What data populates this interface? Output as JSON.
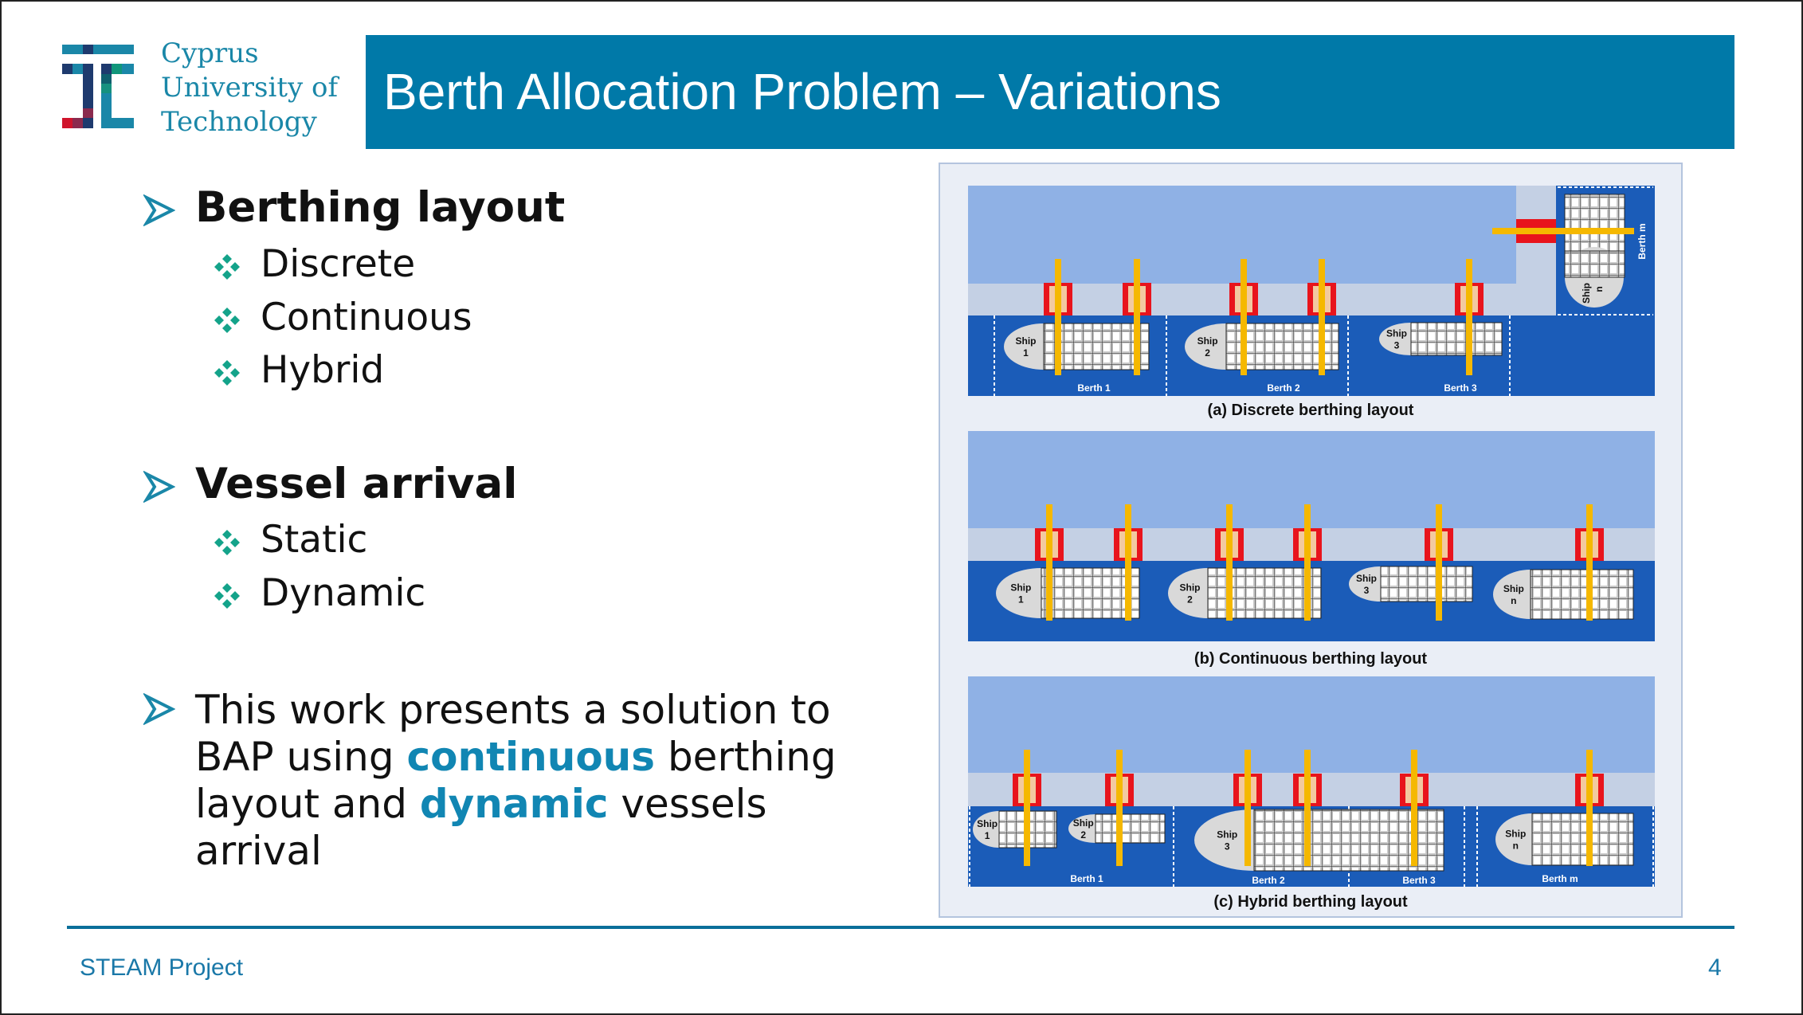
{
  "header": {
    "university": [
      "Cyprus",
      "University of",
      "Technology"
    ],
    "title": "Berth Allocation Problem – Variations"
  },
  "bullets": {
    "berthing": {
      "label": "Berthing layout",
      "items": [
        "Discrete",
        "Continuous",
        "Hybrid"
      ]
    },
    "arrival": {
      "label": "Vessel arrival",
      "items": [
        "Static",
        "Dynamic"
      ]
    },
    "work": {
      "t1": "This work presents a solution to BAP using ",
      "h1": "continuous",
      "t2": " berthing layout and ",
      "h2": "dynamic",
      "t3": " vessels arrival"
    }
  },
  "figure": {
    "captions": [
      "(a) Discrete berthing layout",
      "(b) Continuous berthing layout",
      "(c) Hybrid berthing layout"
    ],
    "ship_word": "Ship",
    "a": {
      "ships": [
        "1",
        "2",
        "3",
        "n"
      ],
      "berths": [
        "Berth 1",
        "Berth 2",
        "Berth 3",
        "Berth m"
      ]
    },
    "b": {
      "ships": [
        "1",
        "2",
        "3",
        "n"
      ]
    },
    "c": {
      "ships": [
        "1",
        "2",
        "3",
        "n"
      ],
      "berths": [
        "Berth 1",
        "Berth 2",
        "Berth 3",
        "Berth m"
      ]
    },
    "colors": {
      "water": "#8fb1e5",
      "quay": "#c4d0e4",
      "berth": "#1b5cb8",
      "crane": "#f5b800",
      "trolley": "#e8141c"
    }
  },
  "footer": {
    "project": "STEAM Project",
    "page": "4"
  }
}
